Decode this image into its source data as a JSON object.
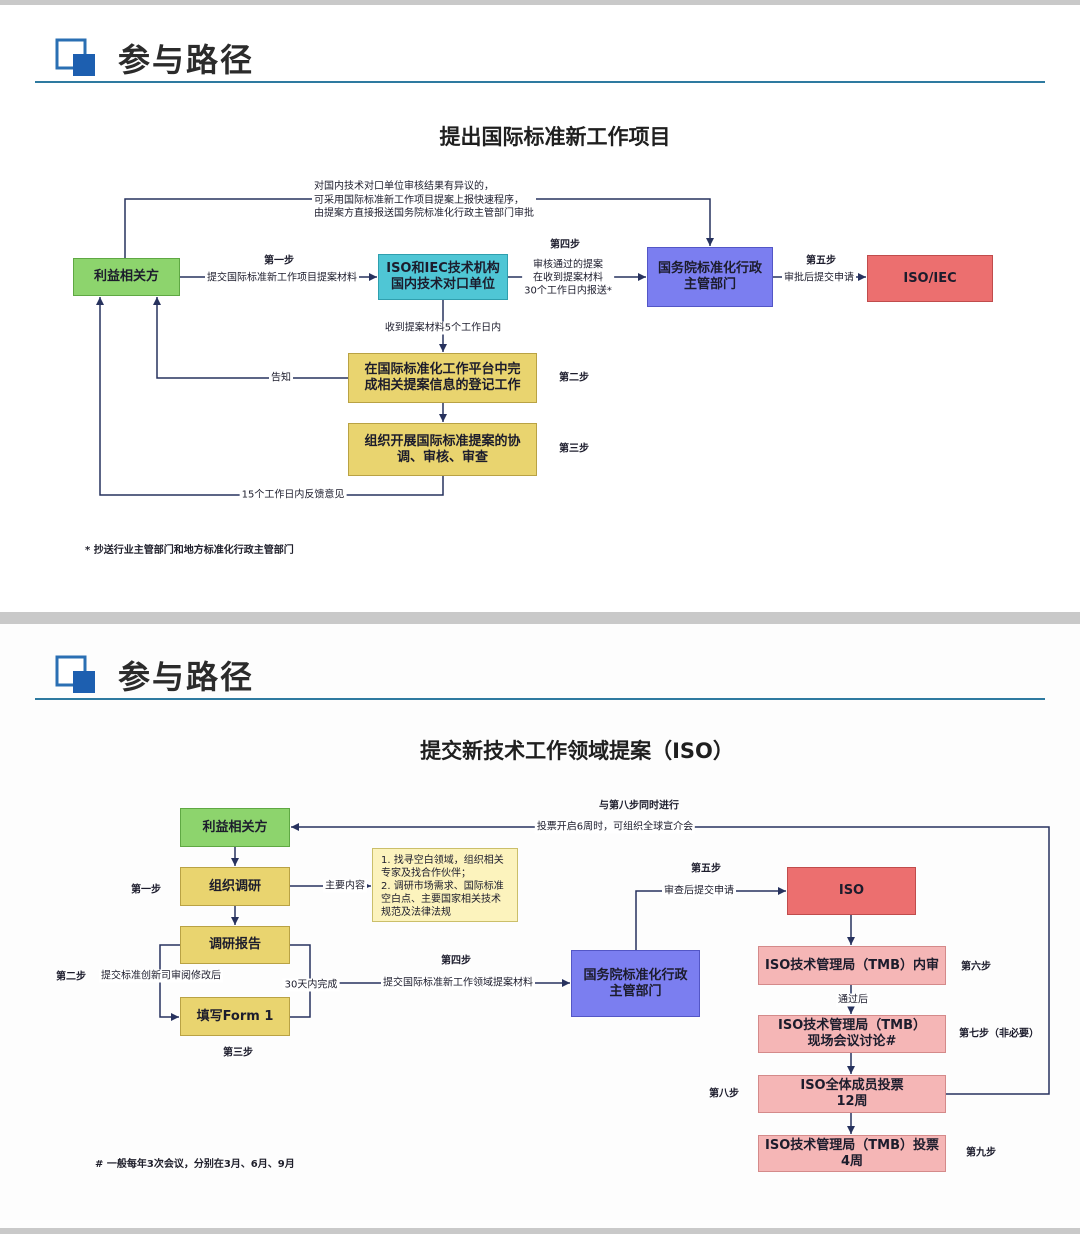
{
  "colors": {
    "accent": "#2e7aa0",
    "line": "#27325e",
    "green": "#8dd46d",
    "cyan": "#4fc6d5",
    "blue": "#7b7ef0",
    "red": "#ec6f6f",
    "yellow": "#e9d46f",
    "pink": "#f5b6b6",
    "note": "#fcf3bd"
  },
  "icons": {
    "header": "squares-icon"
  },
  "slide1": {
    "header": "参与路径",
    "title": "提出国际标准新工作项目",
    "boxes": {
      "stakeholder": "利益相关方",
      "iso_iec_tc": [
        "ISO和IEC技术机构",
        "国内技术对口单位"
      ],
      "council": [
        "国务院标准化行政",
        "主管部门"
      ],
      "iso_iec": "ISO/IEC",
      "register": [
        "在国际标准化工作平台中完",
        "成相关提案信息的登记工作"
      ],
      "coordinate": [
        "组织开展国际标准提案的协",
        "调、审核、审查"
      ]
    },
    "labels": {
      "fast_track": [
        "对国内技术对口单位审核结果有异议的，",
        "可采用国际标准新工作项目提案上报快速程序，",
        "由提案方直接报送国务院标准化行政主管部门审批"
      ],
      "step1": "第一步",
      "submit": "提交国际标准新工作项目提案材料",
      "step4": "第四步",
      "approved": [
        "审核通过的提案",
        "在收到提案材料",
        "30个工作日内报送*"
      ],
      "step5": "第五步",
      "apply": "审批后提交申请",
      "five_days": "收到提案材料5个工作日内",
      "notify": "告知",
      "feedback": "15个工作日内反馈意见",
      "step2": "第二步",
      "step3": "第三步"
    },
    "footnote": "* 抄送行业主管部门和地方标准化行政主管部门"
  },
  "slide2": {
    "header": "参与路径",
    "title": "提交新技术工作领域提案（ISO）",
    "boxes": {
      "stakeholder": "利益相关方",
      "research": "组织调研",
      "report": "调研报告",
      "form1": "填写Form 1",
      "council": [
        "国务院标准化行政",
        "主管部门"
      ],
      "iso": "ISO",
      "tmb_review": "ISO技术管理局（TMB）内审",
      "tmb_meeting": [
        "ISO技术管理局（TMB）",
        "现场会议讨论#"
      ],
      "member_vote": [
        "ISO全体成员投票",
        "12周"
      ],
      "tmb_vote": [
        "ISO技术管理局（TMB）投票",
        "4周"
      ]
    },
    "note": [
      "1. 找寻空白领域，组织相关",
      "专家及找合作伙伴；",
      "2. 调研市场需求、国际标准",
      "空白点、主要国家相关技术",
      "规范及法律法规"
    ],
    "labels": {
      "main_content": "主要内容",
      "step1": "第一步",
      "step2": "第二步",
      "revise": "提交标准创新司审阅修改后",
      "within_30_days": "30天内完成",
      "step3": "第三步",
      "step4": "第四步",
      "submit": "提交国际标准新工作领域提案材料",
      "step5": "第五步",
      "review_submit": "审查后提交申请",
      "passed": "通过后",
      "step6": "第六步",
      "step7": "第七步（非必要）",
      "step8": "第八步",
      "step9": "第九步",
      "parallel": "与第八步同时进行",
      "vote_open": "投票开启6周时，可组织全球宣介会"
    },
    "footnote": "# 一般每年3次会议，分别在3月、6月、9月"
  }
}
